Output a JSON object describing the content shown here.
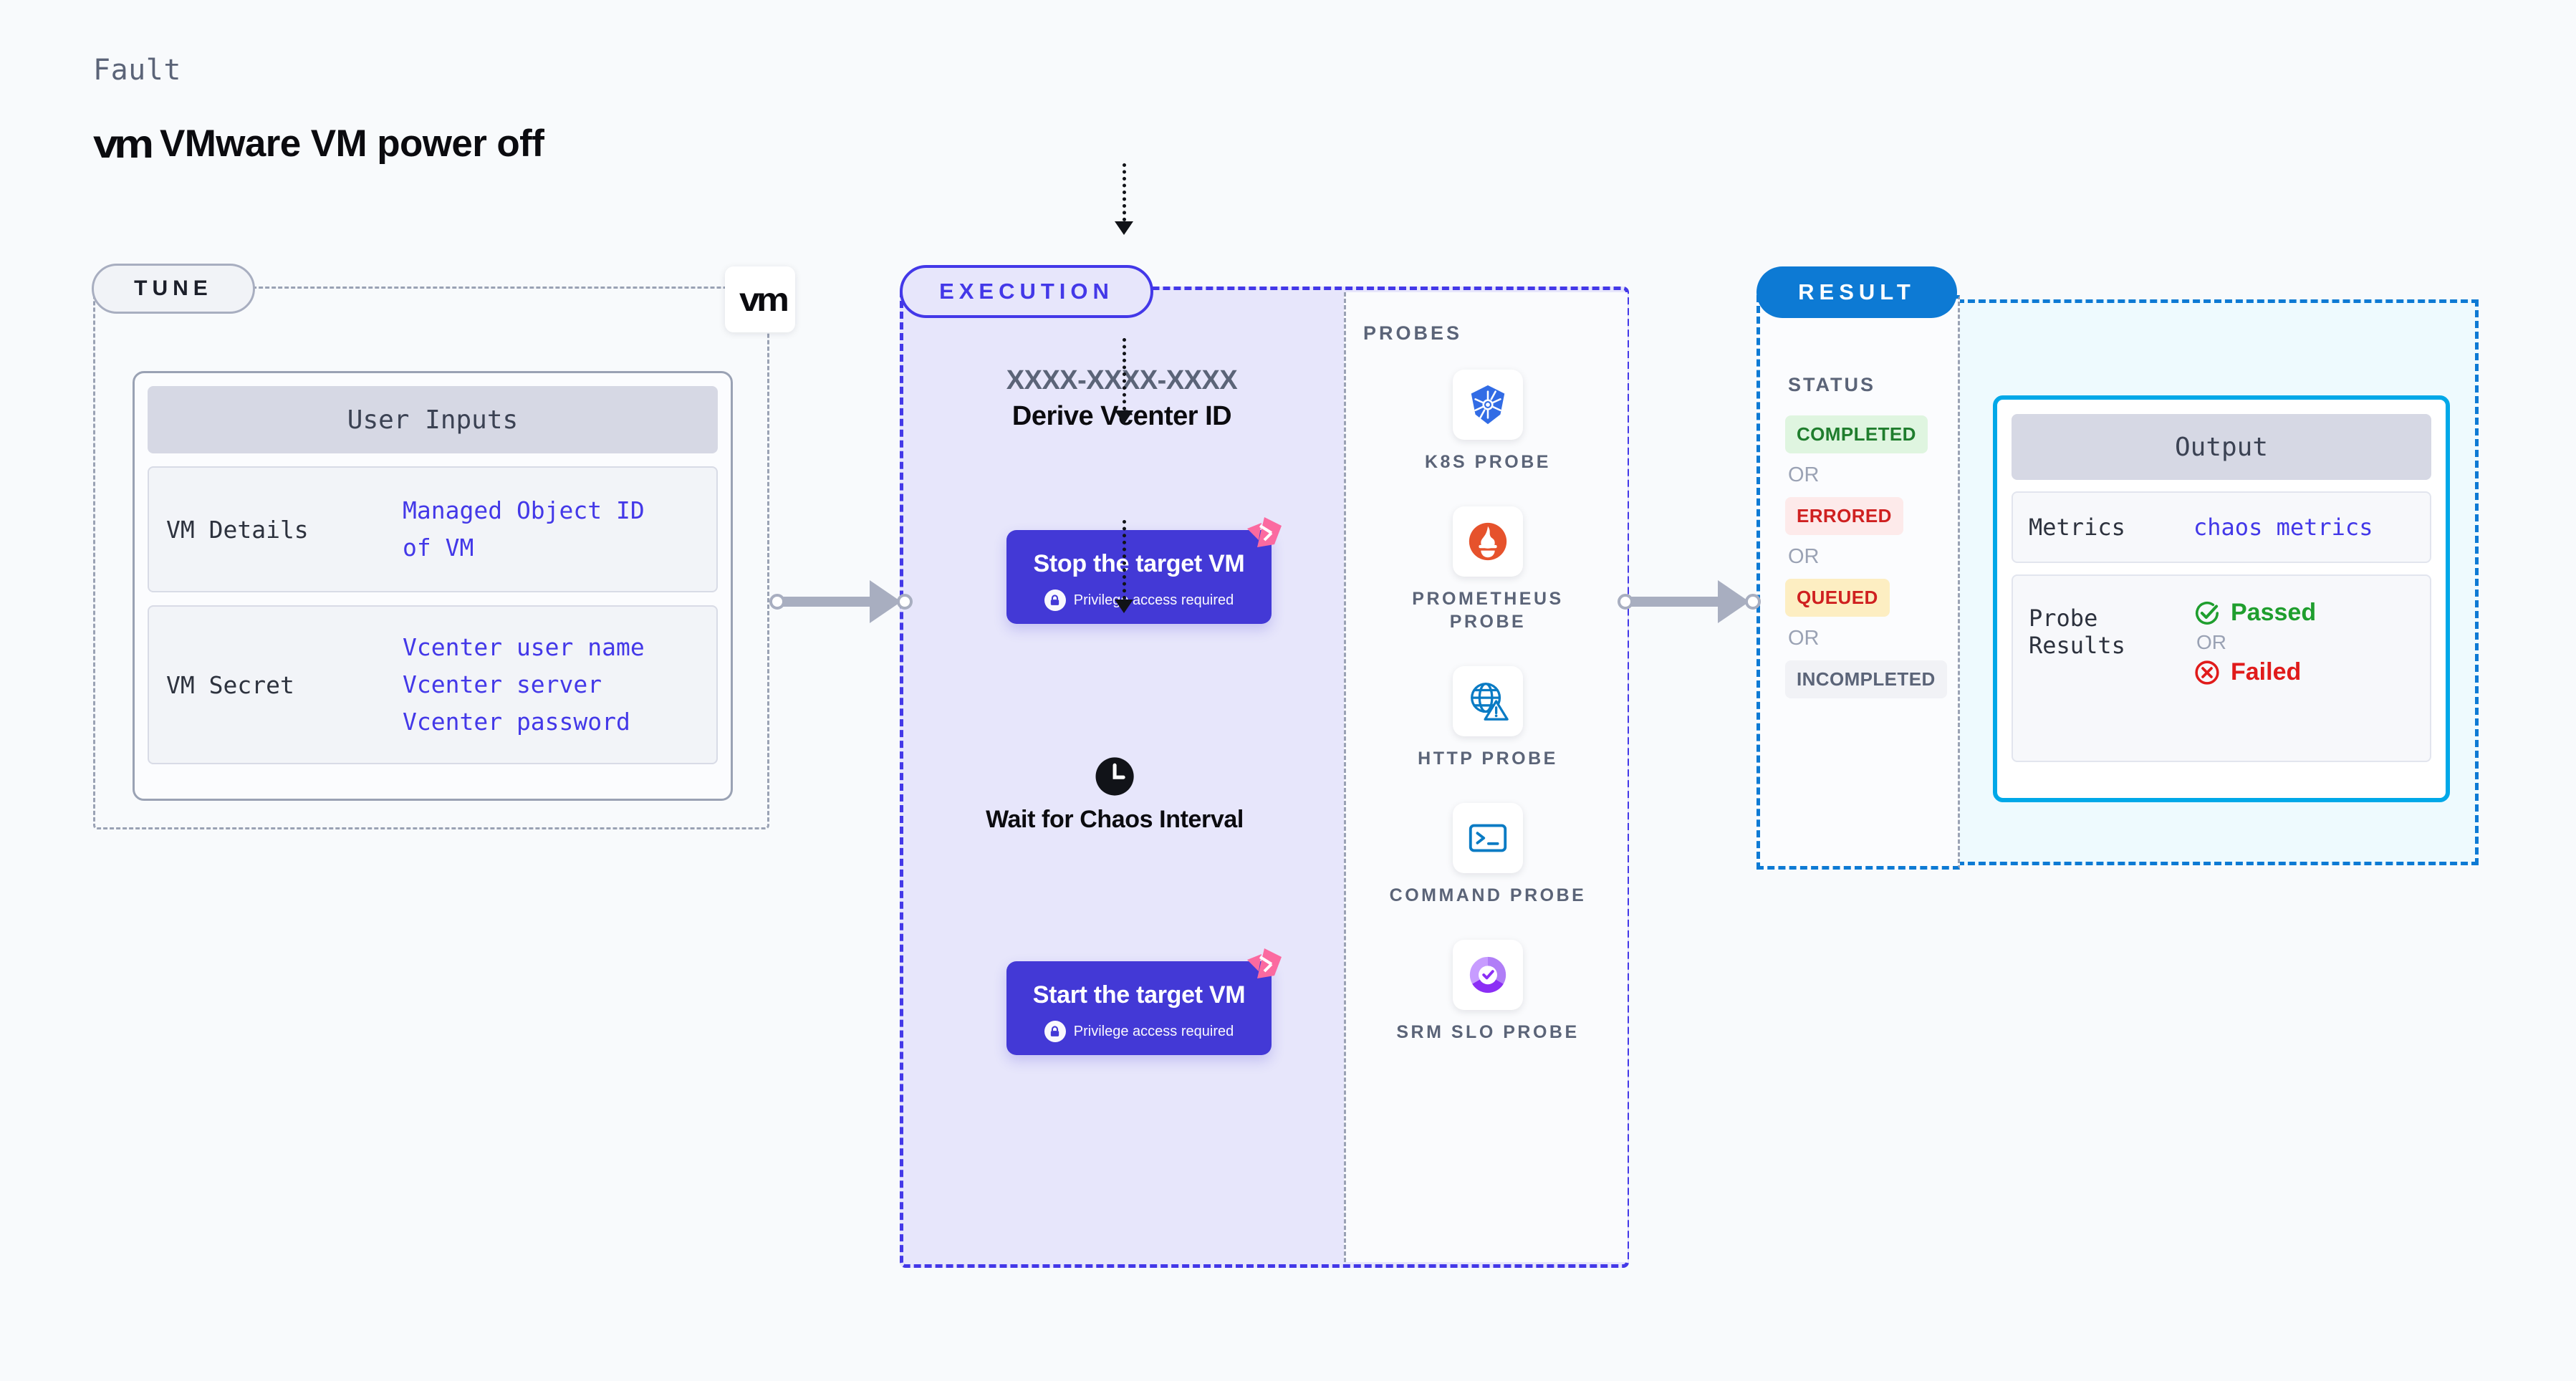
{
  "header": {
    "kicker": "Fault",
    "logo": "vm",
    "title": "VMware VM power off"
  },
  "tune": {
    "badge_label": "TUNE",
    "logo_badge": "vm",
    "card_title": "User Inputs",
    "rows": [
      {
        "label": "VM Details",
        "values": [
          "Managed Object ID",
          "of VM"
        ]
      },
      {
        "label": "VM Secret",
        "values": [
          "Vcenter user name",
          "Vcenter server",
          "Vcenter password"
        ]
      }
    ]
  },
  "execution": {
    "badge_label": "EXECUTION",
    "derive_id": "XXXX-XXXX-XXXX",
    "derive_label": "Derive Vcenter ID",
    "steps": [
      {
        "title": "Stop the target VM",
        "privilege": "Privilege access required"
      },
      {
        "title": "Start the target VM",
        "privilege": "Privilege access required"
      }
    ],
    "wait_label": "Wait for Chaos Interval"
  },
  "probes": {
    "title": "PROBES",
    "items": [
      {
        "name": "K8S  PROBE",
        "icon": "kubernetes-icon"
      },
      {
        "name": "PROMETHEUS PROBE",
        "icon": "prometheus-icon"
      },
      {
        "name": "HTTP  PROBE",
        "icon": "http-globe-warning-icon"
      },
      {
        "name": "COMMAND PROBE",
        "icon": "terminal-icon"
      },
      {
        "name": "SRM  SLO PROBE",
        "icon": "srm-slo-icon"
      }
    ]
  },
  "result": {
    "badge_label": "RESULT",
    "status_title": "STATUS",
    "or_label": "OR",
    "statuses": [
      {
        "label": "COMPLETED",
        "style": "b-completed"
      },
      {
        "label": "ERRORED",
        "style": "b-errored"
      },
      {
        "label": "QUEUED",
        "style": "b-queued"
      },
      {
        "label": "INCOMPLETED",
        "style": "b-incompleted"
      }
    ],
    "output": {
      "card_title": "Output",
      "metrics_label": "Metrics",
      "metrics_value": "chaos metrics",
      "probe_results_label": "Probe Results",
      "passed_label": "Passed",
      "failed_label": "Failed",
      "or_label": "OR"
    }
  },
  "colors": {
    "indigo": "#4339d6",
    "result_blue": "#0d7ad4",
    "cyan": "#00a8e8",
    "pass_green": "#1f9e2e",
    "fail_red": "#e01b1b",
    "pink": "#fb6aa0"
  }
}
